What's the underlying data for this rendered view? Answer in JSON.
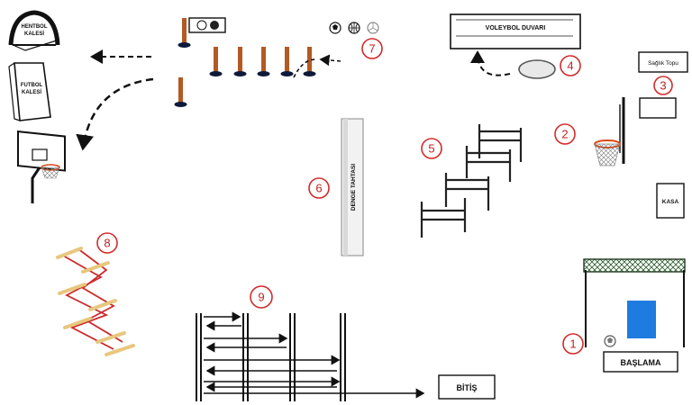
{
  "labels": {
    "hentbol_line1": "HENTBOL",
    "hentbol_line2": "KALESİ",
    "futbol_line1": "FUTBOL",
    "futbol_line2": "KALESİ",
    "voleybol": "VOLEYBOL DUVARI",
    "saglik_topu": "Sağlık Topu",
    "kasa": "KASA",
    "denge": "DENGE TAHTASI",
    "baslama": "BAŞLAMA",
    "bitis": "BİTİŞ"
  },
  "stations": [
    "1",
    "2",
    "3",
    "4",
    "5",
    "6",
    "7",
    "8",
    "9"
  ],
  "colors": {
    "number_ring": "#d22a2a",
    "number_text": "#c21f1f",
    "start_mat": "#1e7be0",
    "net": "#2a5a2a",
    "cone_stem": "#b35a22",
    "ladder_rung": "#e8c77e",
    "ladder_rail": "#cc2b2b"
  },
  "icons": [
    "hoop-icon",
    "soccer-ball-icon",
    "basketball-icon",
    "volleyball-icon",
    "hurdle-icon",
    "cone-icon",
    "agility-ladder-icon"
  ]
}
